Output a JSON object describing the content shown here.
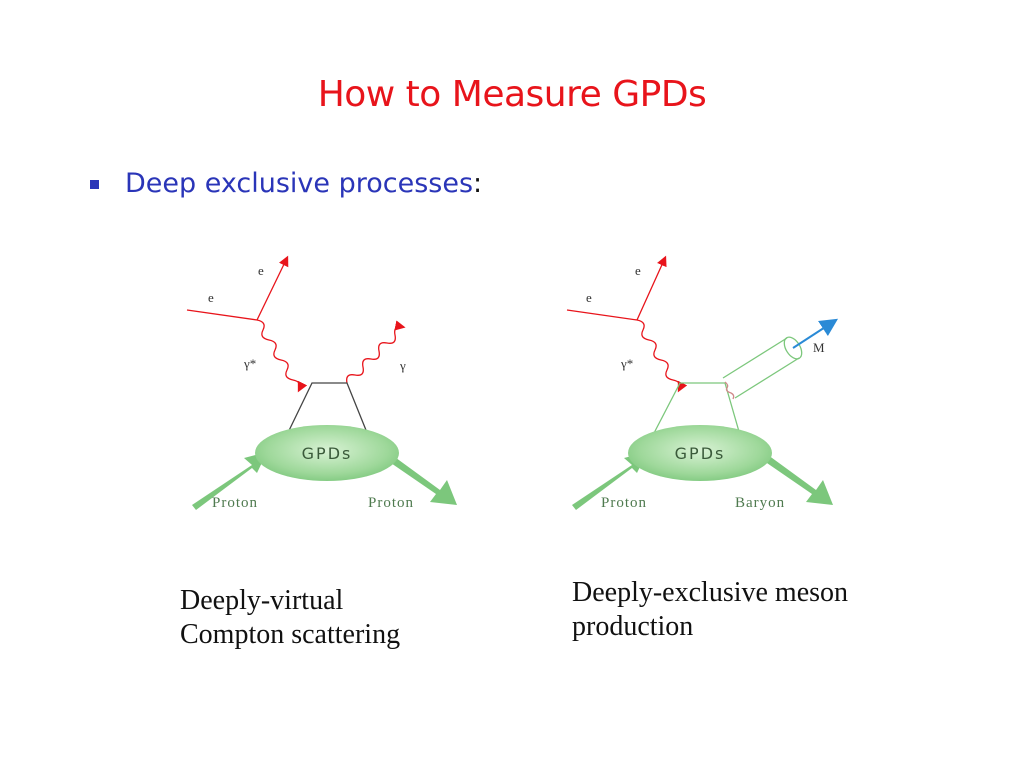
{
  "slide": {
    "title": "How to Measure GPDs",
    "bullet": {
      "text": "Deep exclusive processes",
      "suffix": ":"
    }
  },
  "diagram_dvcs": {
    "labels": {
      "e_out": "e",
      "e_in": "e",
      "virtual_photon": "γ*",
      "photon": "γ",
      "blob": "GPDs",
      "incoming": "Proton",
      "outgoing": "Proton"
    },
    "caption_line1": "Deeply-virtual",
    "caption_line2": "Compton scattering"
  },
  "diagram_demp": {
    "labels": {
      "e_out": "e",
      "e_in": "e",
      "virtual_photon": "γ*",
      "meson": "M",
      "blob": "GPDs",
      "incoming": "Proton",
      "outgoing": "Baryon"
    },
    "caption_line1": "Deeply-exclusive meson",
    "caption_line2": "production"
  },
  "colors": {
    "title": "#e8141b",
    "bullet": "#2a35b8",
    "electron": "#e8141b",
    "hadron": "#7cc77c",
    "meson_arrow": "#2a8ad6"
  }
}
